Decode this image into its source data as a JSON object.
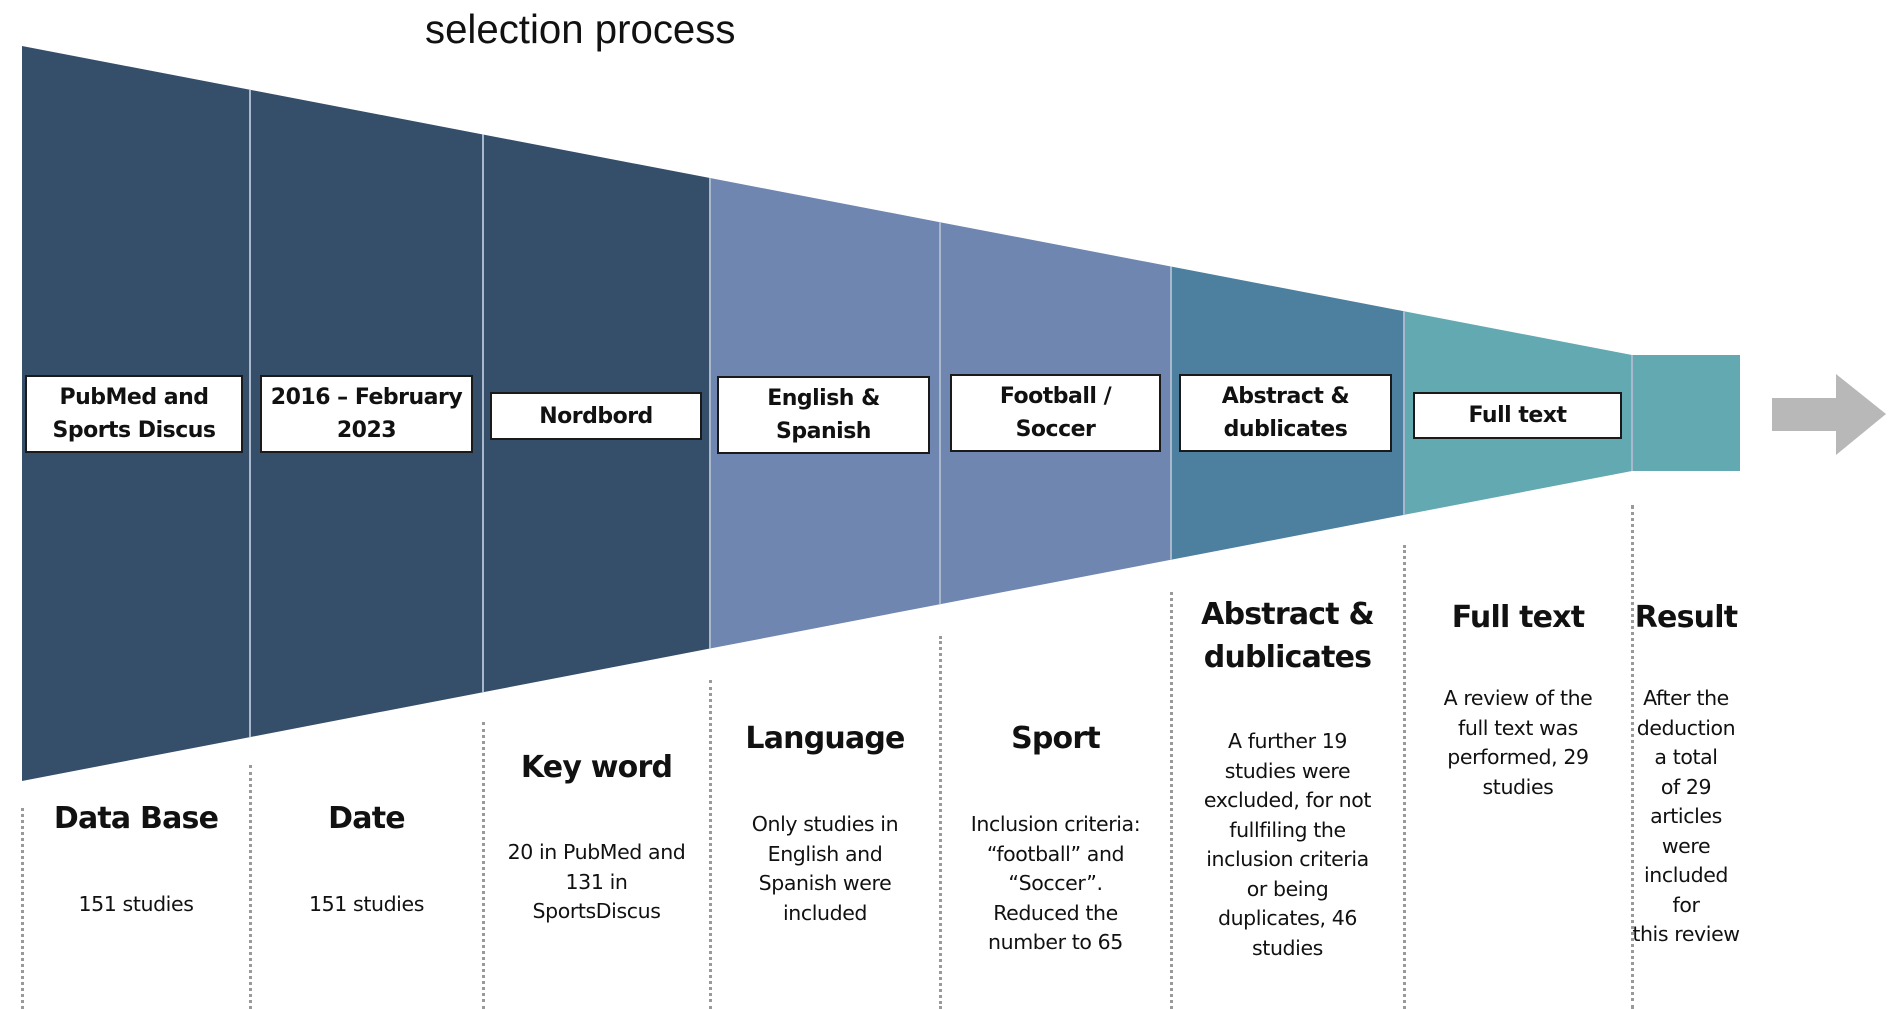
{
  "title": "selection process",
  "colors": {
    "dark": "#354f6b",
    "periwinkle": "#6f86b1",
    "steel": "#4d7f9f",
    "teal": "#63a9b1",
    "arrow": "#b8b8b8",
    "divider": "#a9b8cc"
  },
  "stages": [
    {
      "box": "PubMed and Sports Discus",
      "box_lines": [
        "PubMed and",
        "Sports Discus"
      ],
      "heading": "Data Base",
      "heading_lines": [
        "Data Base"
      ],
      "description_lines": [
        "151 studies"
      ],
      "color": "dark"
    },
    {
      "box": "2016 – February 2023",
      "box_lines": [
        "2016 – February",
        "2023"
      ],
      "heading": "Date",
      "heading_lines": [
        "Date"
      ],
      "description_lines": [
        "151 studies"
      ],
      "color": "dark"
    },
    {
      "box": "Nordbord",
      "box_lines": [
        "Nordbord"
      ],
      "heading": "Key word",
      "heading_lines": [
        "Key word"
      ],
      "description_lines": [
        "20 in PubMed and",
        "131 in",
        "SportsDiscus"
      ],
      "color": "dark"
    },
    {
      "box": "English & Spanish",
      "box_lines": [
        "English &",
        "Spanish"
      ],
      "heading": "Language",
      "heading_lines": [
        "Language"
      ],
      "description_lines": [
        "Only studies in",
        "English and",
        "Spanish were",
        "included"
      ],
      "color": "periwinkle"
    },
    {
      "box": "Football / Soccer",
      "box_lines": [
        "Football /",
        "Soccer"
      ],
      "heading": "Sport",
      "heading_lines": [
        "Sport"
      ],
      "description_lines": [
        "Inclusion criteria:",
        "“football” and",
        "“Soccer”.",
        "Reduced the",
        "number to 65"
      ],
      "color": "periwinkle"
    },
    {
      "box": "Abstract & dublicates",
      "box_lines": [
        "Abstract &",
        "dublicates"
      ],
      "heading": "Abstract & dublicates",
      "heading_lines": [
        "Abstract &",
        "dublicates"
      ],
      "description_lines": [
        "A further 19",
        "studies were",
        "excluded, for not",
        "fullfiling the",
        "inclusion criteria",
        "or being",
        "duplicates, 46",
        "studies"
      ],
      "color": "steel"
    },
    {
      "box": "Full text",
      "box_lines": [
        "Full text"
      ],
      "heading": "Full text",
      "heading_lines": [
        "Full text"
      ],
      "description_lines": [
        "A review of the",
        "full text was",
        "performed, 29",
        "studies"
      ],
      "color": "teal"
    },
    {
      "box": "",
      "box_lines": [],
      "heading": "Result",
      "heading_lines": [
        "Result"
      ],
      "description_lines": [
        "After the",
        "deduction a total",
        "of 29 articles",
        "were included for",
        "this review"
      ],
      "color": "teal"
    }
  ],
  "arrow_icon": "right-arrow-icon"
}
